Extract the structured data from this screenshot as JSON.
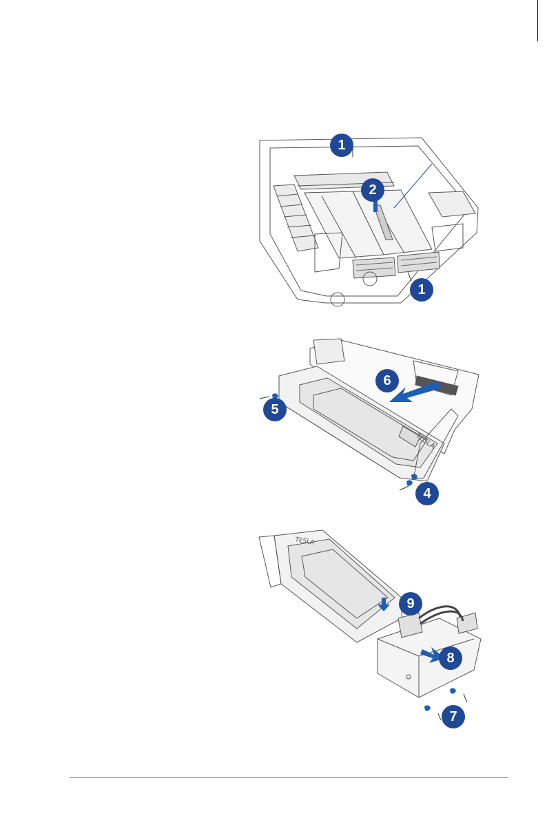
{
  "figure1": {
    "steps": [
      "1",
      "2",
      "1"
    ]
  },
  "figure2": {
    "steps": [
      "6",
      "5",
      "4"
    ],
    "brand_label": "TESLA"
  },
  "figure3": {
    "steps": [
      "9",
      "8",
      "7"
    ],
    "brand_label": "TESLA"
  },
  "colors": {
    "step_badge": "#1f4996",
    "arrow": "#1f5fb3",
    "line": "#555555"
  }
}
